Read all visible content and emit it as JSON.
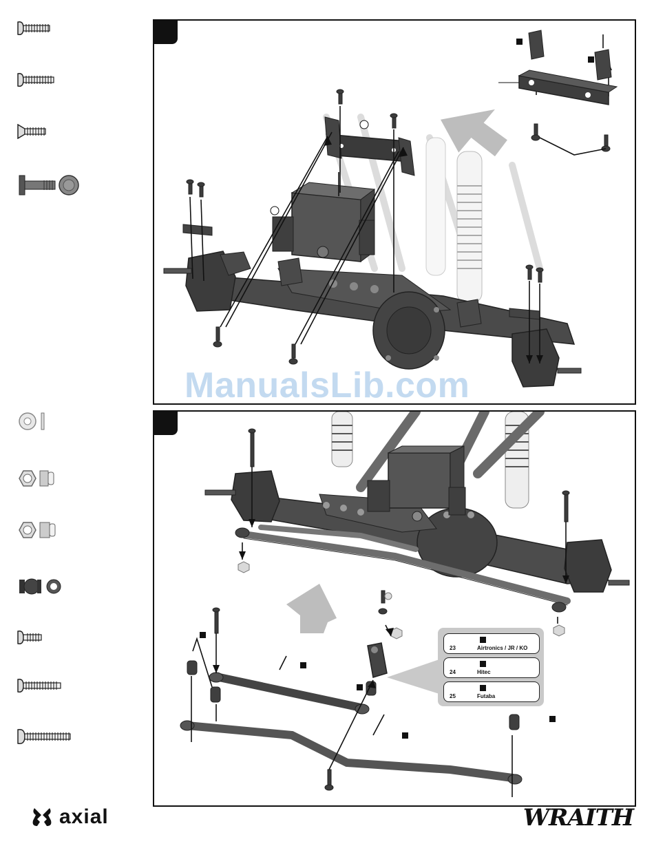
{
  "watermark": {
    "text": "ManualsLib.com"
  },
  "servo_table": {
    "rows": [
      {
        "number": "23",
        "brand": "Airtronics / JR / KO"
      },
      {
        "number": "24",
        "brand": "Hitec"
      },
      {
        "number": "25",
        "brand": "Futaba"
      }
    ]
  },
  "footer": {
    "brand_logo": "axial",
    "product_logo": "WRAITH"
  },
  "colors": {
    "part_dark": "#3c3c3c",
    "part_mid": "#6b6b6b",
    "ghost_part": "#e3e3e3",
    "arrow_gray": "#b8b8b8",
    "watermark_blue": "#b9d4ee"
  }
}
